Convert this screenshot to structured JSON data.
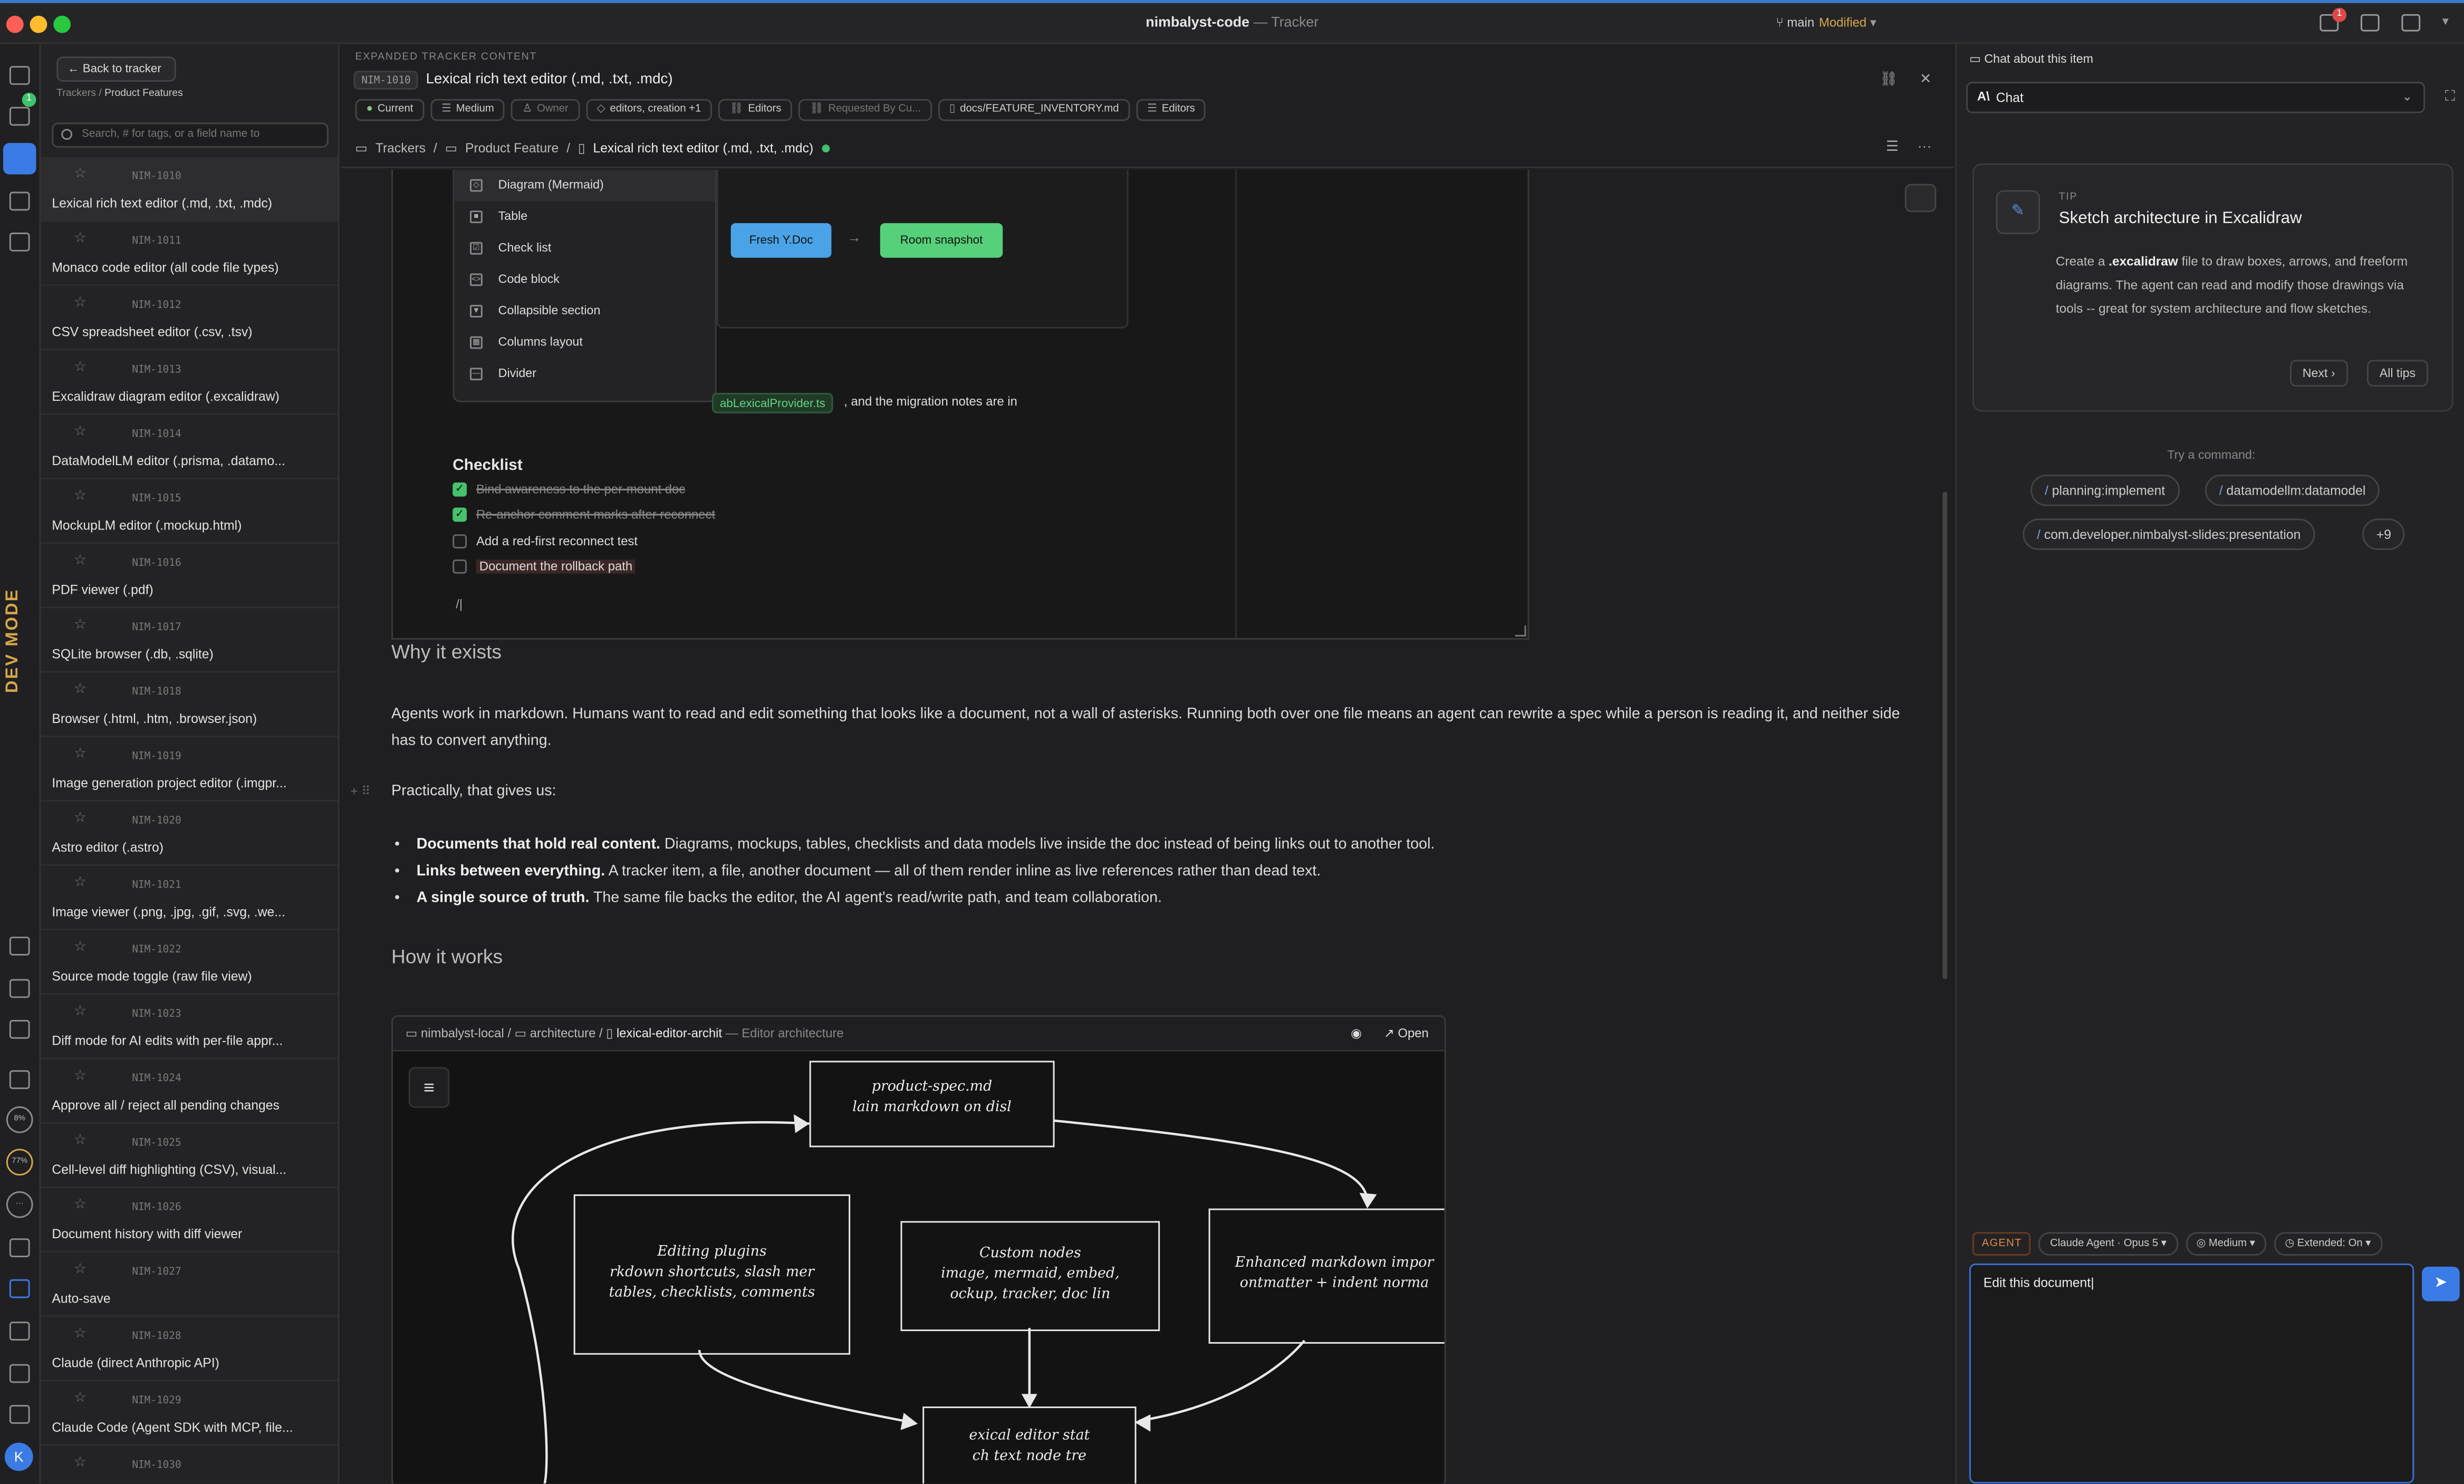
{
  "window": {
    "app_name": "nimbalyst-code",
    "section": "Tracker",
    "branch": "main",
    "branch_status": "Modified",
    "notification_count": "1"
  },
  "rail": {
    "dev_mode_label": "DEV MODE",
    "usage_a": "8%",
    "usage_b": "77%",
    "avatar_initial": "K",
    "badge_count": "1"
  },
  "list": {
    "back_label": "Back to tracker",
    "crumb_root": "Trackers",
    "crumb_current": "Product Features",
    "search_placeholder": "Search, # for tags, or a field name to",
    "items": [
      {
        "id": "NIM-1010",
        "title": "Lexical rich text editor (.md, .txt, .mdc)"
      },
      {
        "id": "NIM-1011",
        "title": "Monaco code editor (all code file types)"
      },
      {
        "id": "NIM-1012",
        "title": "CSV spreadsheet editor (.csv, .tsv)"
      },
      {
        "id": "NIM-1013",
        "title": "Excalidraw diagram editor (.excalidraw)"
      },
      {
        "id": "NIM-1014",
        "title": "DataModelLM editor (.prisma, .datamo..."
      },
      {
        "id": "NIM-1015",
        "title": "MockupLM editor (.mockup.html)"
      },
      {
        "id": "NIM-1016",
        "title": "PDF viewer (.pdf)"
      },
      {
        "id": "NIM-1017",
        "title": "SQLite browser (.db, .sqlite)"
      },
      {
        "id": "NIM-1018",
        "title": "Browser (.html, .htm, .browser.json)"
      },
      {
        "id": "NIM-1019",
        "title": "Image generation project editor (.imgpr..."
      },
      {
        "id": "NIM-1020",
        "title": "Astro editor (.astro)"
      },
      {
        "id": "NIM-1021",
        "title": "Image viewer (.png, .jpg, .gif, .svg, .we..."
      },
      {
        "id": "NIM-1022",
        "title": "Source mode toggle (raw file view)"
      },
      {
        "id": "NIM-1023",
        "title": "Diff mode for AI edits with per-file appr..."
      },
      {
        "id": "NIM-1024",
        "title": "Approve all / reject all pending changes"
      },
      {
        "id": "NIM-1025",
        "title": "Cell-level diff highlighting (CSV), visual..."
      },
      {
        "id": "NIM-1026",
        "title": "Document history with diff viewer"
      },
      {
        "id": "NIM-1027",
        "title": "Auto-save"
      },
      {
        "id": "NIM-1028",
        "title": "Claude (direct Anthropic API)"
      },
      {
        "id": "NIM-1029",
        "title": "Claude Code (Agent SDK with MCP, file..."
      },
      {
        "id": "NIM-1030",
        "title": ""
      }
    ]
  },
  "main": {
    "section_label": "EXPANDED TRACKER CONTENT",
    "item_id": "NIM-1010",
    "item_title": "Lexical rich text editor (.md, .txt, .mdc)",
    "chips": [
      "Current",
      "Medium",
      "Owner",
      "editors, creation +1",
      "Editors",
      "Requested By Cu...",
      "docs/FEATURE_INVENTORY.md",
      "Editors"
    ],
    "breadcrumb": [
      "Trackers",
      "Product Feature",
      "Lexical rich text editor (.md, .txt, .mdc)"
    ],
    "menu_items": [
      "Diagram (Mermaid)",
      "Table",
      "Check list",
      "Code block",
      "Collapsible section",
      "Columns layout",
      "Divider"
    ],
    "diagram_nodes": [
      "Fresh Y.Doc",
      "Room snapshot"
    ],
    "inline_code": "abLexicalProvider.ts",
    "inline_text": ", and the migration notes are in",
    "checklist_heading": "Checklist",
    "checklist": [
      {
        "text": "Bind awareness to the per-mount doc",
        "checked": true
      },
      {
        "text": "Re-anchor comment marks after reconnect",
        "checked": true
      },
      {
        "text": "Add a red-first reconnect test",
        "checked": false
      },
      {
        "text": "Document the rollback path",
        "checked": false
      }
    ],
    "cursor_char": "/|",
    "why_heading": "Why it exists",
    "why_para": "Agents work in markdown. Humans want to read and edit something that looks like a document, not a wall of asterisks. Running both over one file means an agent can rewrite a spec while a person is reading it, and neither side has to convert anything.",
    "practically": "Practically, that gives us:",
    "bullets": [
      {
        "bold": "Documents that hold real content.",
        "text": " Diagrams, mockups, tables, checklists and data models live inside the doc instead of being links out to another tool."
      },
      {
        "bold": "Links between everything.",
        "text": " A tracker item, a file, another document — all of them render inline as live references rather than dead text."
      },
      {
        "bold": "A single source of truth.",
        "text": " The same file backs the editor, the AI agent's read/write path, and team collaboration."
      }
    ],
    "how_heading": "How it works",
    "embed_path": [
      "nimbalyst-local",
      "architecture",
      "lexical-editor-archit"
    ],
    "embed_subtitle": "— Editor architecture",
    "embed_open": "Open",
    "sketch": {
      "n1": "product-spec.md\nlain markdown on disl",
      "n2": "Editing plugins\nrkdown shortcuts, slash mer\ntables, checklists, comments",
      "n3": "Custom nodes\nimage, mermaid, embed,\nockup, tracker, doc lin",
      "n4": "Enhanced markdown impor\nontmatter + indent norma",
      "n5": "exical editor stat\nch text node tre"
    }
  },
  "chat": {
    "header": "Chat about this item",
    "selector": "Chat",
    "tip_label": "TIP",
    "tip_title": "Sketch architecture in Excalidraw",
    "tip_body_pre": "Create a ",
    "tip_body_bold": ".excalidraw",
    "tip_body_post": " file to draw boxes, arrows, and freeform diagrams. The agent can read and modify those drawings via tools -- great for system architecture and flow sketches.",
    "next_label": "Next",
    "all_tips_label": "All tips",
    "try_label": "Try a command:",
    "commands": [
      "planning:implement",
      "datamodellm:datamodel",
      "com.developer.nimbalyst-slides:presentation"
    ],
    "more_commands": "+9",
    "agent_tag": "AGENT",
    "model": "Claude Agent · Opus 5",
    "effort": "Medium",
    "extended": "Extended: On",
    "composer_text": "Edit this document"
  },
  "colors": {
    "accent": "#3b7be6",
    "dev_mode": "#d6a84a",
    "check_green": "#46c26c",
    "node_blue": "#4aa3e6",
    "node_green": "#56d07a"
  }
}
